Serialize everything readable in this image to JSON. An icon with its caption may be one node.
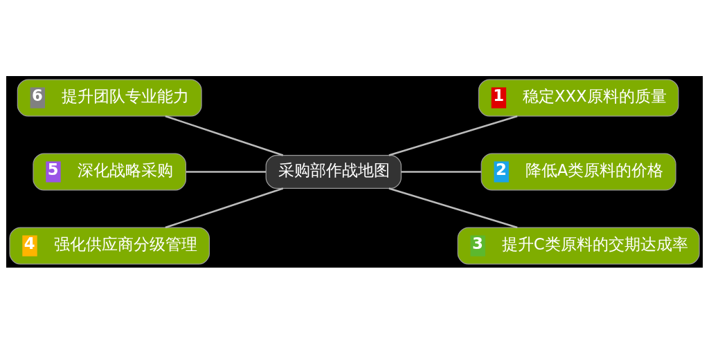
{
  "diagram": {
    "nodes": [
      {
        "text": [
          "采购部作战地图"
        ]
      },
      {
        "text": [
          "1",
          "稳定XXX原料的质量"
        ]
      },
      {
        "text": [
          "2",
          "降低A类原料的价格"
        ]
      },
      {
        "text": [
          "3",
          "提升C类原料的交期达成率"
        ]
      },
      {
        "text": [
          "4",
          "强化供应商分级管理"
        ]
      },
      {
        "text": [
          "5",
          "深化战略采购"
        ]
      },
      {
        "text": [
          "6",
          "提升团队专业能力"
        ]
      }
    ],
    "edges": [
      {
        "from": 0,
        "to": 1,
        "arrow": "none"
      },
      {
        "from": 0,
        "to": 2,
        "arrow": "none"
      },
      {
        "from": 0,
        "to": 3,
        "arrow": "none"
      },
      {
        "from": 4,
        "to": 0,
        "arrow": "none"
      },
      {
        "from": 5,
        "to": 0,
        "arrow": "none"
      },
      {
        "from": 6,
        "to": 0,
        "arrow": "none"
      }
    ]
  }
}
